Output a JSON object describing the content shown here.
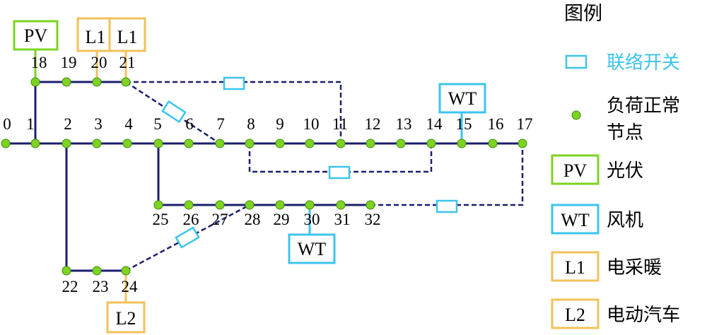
{
  "colors": {
    "line": "#1b1f6e",
    "node": "#7ed321",
    "node_stroke": "#3d8a14",
    "switch": "#3cc4ee",
    "pv": "#7ed321",
    "wt": "#3cc4ee",
    "load": "#f2c15b"
  },
  "node_labels": [
    "0",
    "1",
    "2",
    "3",
    "4",
    "5",
    "6",
    "7",
    "8",
    "9",
    "10",
    "11",
    "12",
    "13",
    "14",
    "15",
    "16",
    "17",
    "18",
    "19",
    "20",
    "21",
    "22",
    "23",
    "24",
    "25",
    "26",
    "27",
    "28",
    "29",
    "30",
    "31",
    "32"
  ],
  "devices": {
    "pv": "PV",
    "wt": "WT",
    "l1": "L1",
    "l2": "L2"
  },
  "legend": {
    "title": "图例",
    "switch_label": "联络开关",
    "node_label_line1": "负荷正常",
    "node_label_line2": "节点",
    "pv_box": "PV",
    "pv_label": "光伏",
    "wt_box": "WT",
    "wt_label": "风机",
    "l1_box": "L1",
    "l1_label": "电采暖",
    "l2_box": "L2",
    "l2_label": "电动汽车"
  }
}
